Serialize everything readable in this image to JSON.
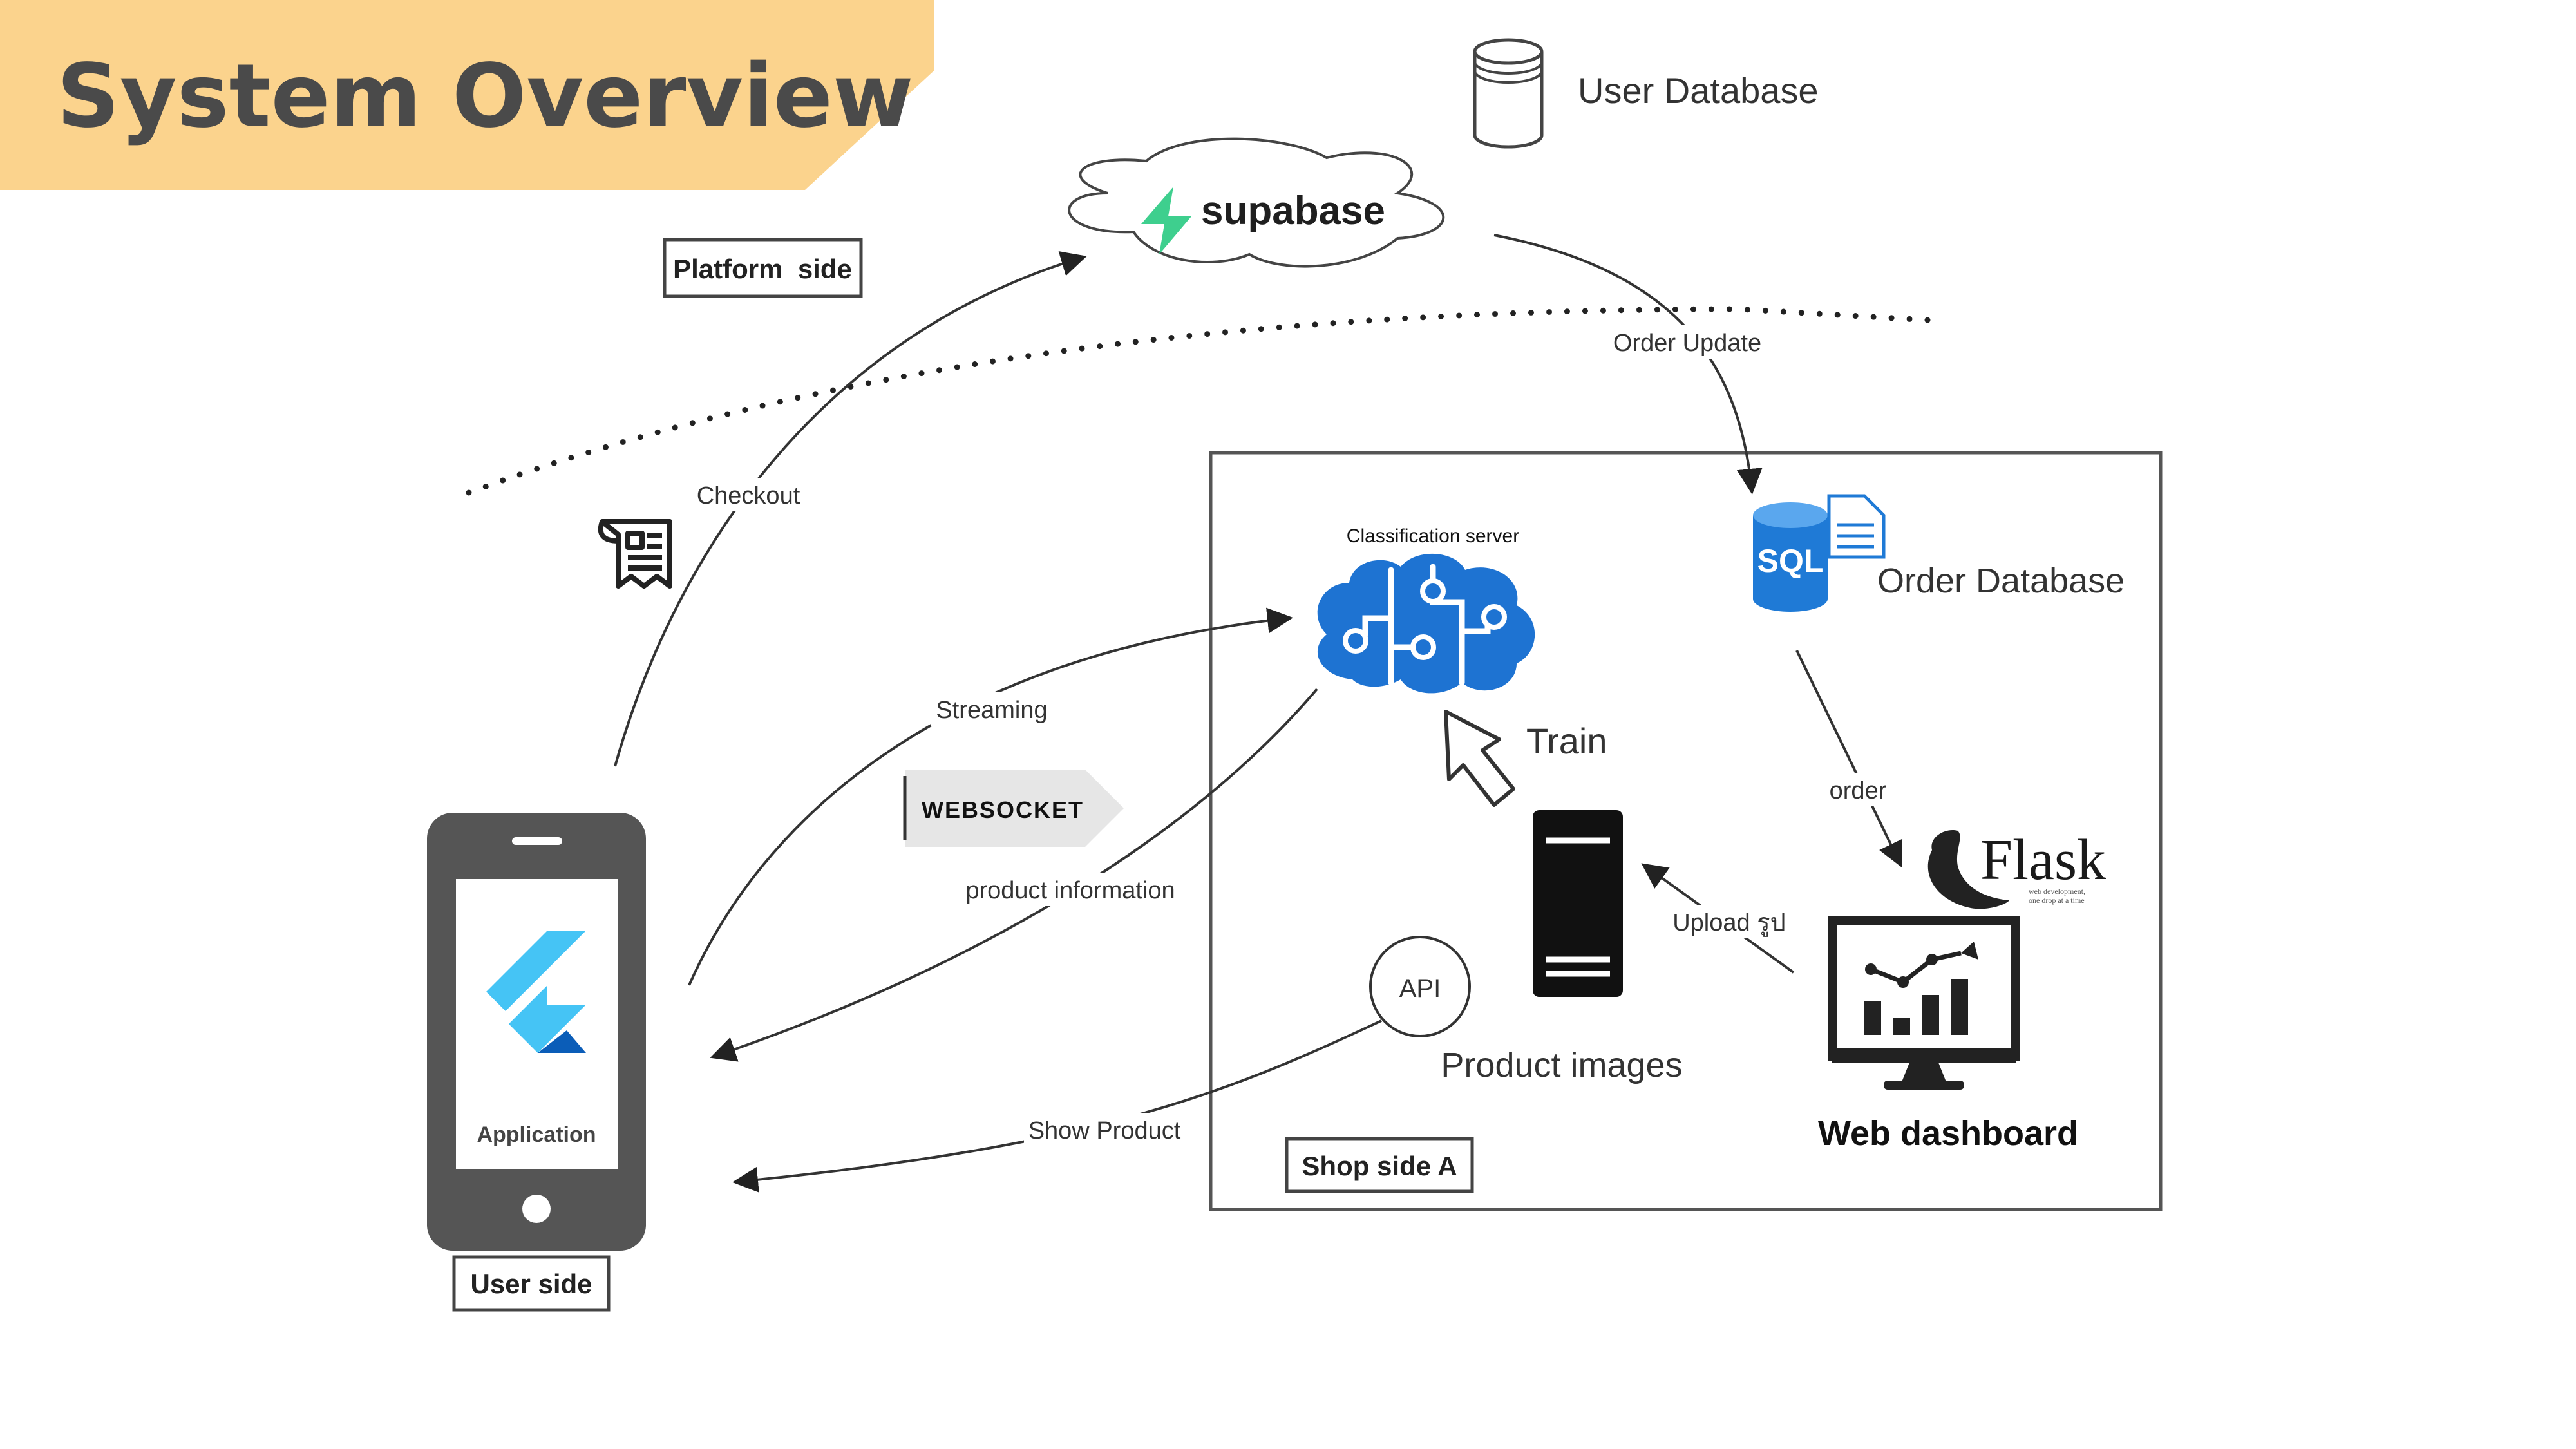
{
  "title": "System Overview",
  "colors": {
    "title_banner": "#fbd38d",
    "title_text": "#4a4a4a",
    "supabase_green": "#3ecf8e",
    "brain_blue": "#1e73d2",
    "sql_blue": "#1f7ad6",
    "flutter_light": "#45c4f5",
    "flutter_dark": "#0b5db8",
    "phone_body": "#555555",
    "websocket_tag": "#e6e6e6"
  },
  "labels": {
    "user_database": "User Database",
    "supabase": "supabase",
    "platform_side": "Platform  side",
    "order_update": "Order Update",
    "checkout": "Checkout",
    "classification_server": "Classification server",
    "order_database": "Order Database",
    "sql": "SQL",
    "streaming": "Streaming",
    "websocket": "WEBSOCKET",
    "train": "Train",
    "order": "order",
    "flask": "Flask",
    "flask_tagline_1": "web development,",
    "flask_tagline_2": "one drop at a time",
    "product_information": "product information",
    "upload": "Upload รูป",
    "api": "API",
    "product_images": "Product images",
    "show_product": "Show Product",
    "web_dashboard": "Web dashboard",
    "shop_side_a": "Shop side A",
    "application": "Application",
    "user_side": "User side"
  },
  "icons": [
    "database-icon",
    "supabase-bolt-icon",
    "receipt-icon",
    "brain-circuit-icon",
    "sql-database-icon",
    "cursor-arrow-icon",
    "server-icon",
    "flask-horn-icon",
    "monitor-chart-icon",
    "flutter-logo-icon",
    "smartphone-icon"
  ]
}
